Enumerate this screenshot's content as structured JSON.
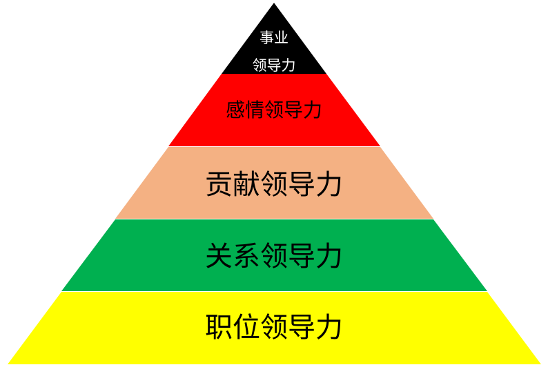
{
  "diagram": {
    "type": "pyramid",
    "tiers": [
      {
        "label_lines": [
          "事业",
          "领导力"
        ],
        "color": "#000000",
        "text_color": "#ffffff"
      },
      {
        "label_lines": [
          "感情领导力"
        ],
        "color": "#ff0000",
        "text_color": "#000000"
      },
      {
        "label_lines": [
          "贡献领导力"
        ],
        "color": "#f4b183",
        "text_color": "#000000"
      },
      {
        "label_lines": [
          "关系领导力"
        ],
        "color": "#00b050",
        "text_color": "#000000"
      },
      {
        "label_lines": [
          "职位领导力"
        ],
        "color": "#ffff00",
        "text_color": "#000000"
      }
    ]
  }
}
